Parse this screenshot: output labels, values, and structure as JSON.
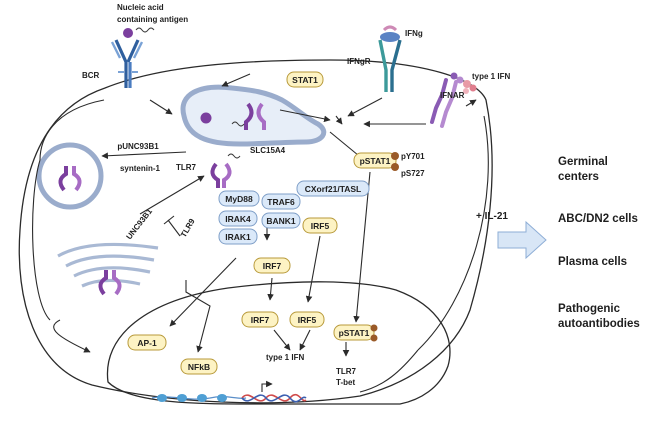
{
  "labels": {
    "antigen": [
      "Nucleic acid",
      "containing antigen"
    ],
    "bcr": "BCR",
    "ifngr": "IFNgR",
    "ifng": "IFNg",
    "ifnar": "IFNAR",
    "type1_ifn_ext": "type 1 IFN",
    "slc15a4": "SLC15A4",
    "tlr7": "TLR7",
    "punc93b1": "pUNC93B1",
    "syntenin": "syntenin-1",
    "unc93b1": "UNC93B1",
    "tlr9": "TLR9",
    "py701": "pY701",
    "ps727": "pS727",
    "type1_ifn_nuc": "type 1 IFN",
    "nuc_tlr7": "TLR7",
    "nuc_tbet": "T-bet"
  },
  "proteins": {
    "stat1": "STAT1",
    "pstat1": "pSTAT1",
    "myd88": "MyD88",
    "traf6": "TRAF6",
    "irak4": "IRAK4",
    "bank1": "BANK1",
    "irak1": "IRAK1",
    "cxorf21": "CXorf21/TASL",
    "irf5": "IRF5",
    "irf7": "IRF7",
    "nuc_irf7": "IRF7",
    "nuc_irf5": "IRF5",
    "nuc_pstat1": "pSTAT1",
    "ap1": "AP-1",
    "nfkb": "NFkB"
  },
  "il21": "+ IL-21",
  "outcomes": {
    "germinal": [
      "Germinal",
      "centers"
    ],
    "abc": "ABC/DN2 cells",
    "plasma": "Plasma cells",
    "autoab": [
      "Pathogenic",
      "autoantibodies"
    ]
  },
  "colors": {
    "yellow_fill": "#fdf3c4",
    "yellow_stroke": "#b89a3a",
    "blue_fill": "#dbe9f9",
    "blue_stroke": "#7f9fc8",
    "purple": "#7b3f9e",
    "phospho": "#9a5a28",
    "arrow_fill": "#d8e6f6"
  },
  "icons": [
    "bcr-receptor-icon",
    "ifngr-receptor-icon",
    "ifnar-receptor-icon",
    "tlr7-receptor-icon",
    "dna-helix-icon",
    "nucleosome-icon",
    "transcription-start-icon"
  ]
}
